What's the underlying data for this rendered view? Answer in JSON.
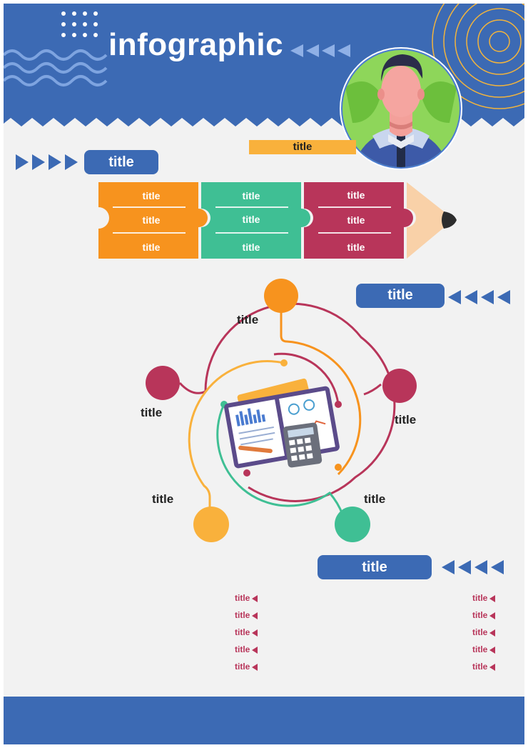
{
  "header": {
    "title": "infographic",
    "bg_color": "#3c6ab4"
  },
  "top_section": {
    "pill_label": "title",
    "orange_bar_label": "title",
    "pencil_segments": [
      {
        "color": "#f7931e",
        "labels": [
          "title",
          "title",
          "title"
        ]
      },
      {
        "color": "#3fbf94",
        "labels": [
          "title",
          "title",
          "title"
        ]
      },
      {
        "color": "#b8355a",
        "labels": [
          "title",
          "title",
          "title"
        ]
      }
    ]
  },
  "middle_section": {
    "pill_label": "title",
    "node_labels": {
      "top": "title",
      "left": "title",
      "right": "title",
      "bottom_left": "title",
      "bottom_right": "title"
    }
  },
  "bottom_section": {
    "pill_label": "title",
    "left_list": [
      "title",
      "title",
      "title",
      "title",
      "title"
    ],
    "right_list": [
      "title",
      "title",
      "title",
      "title",
      "title"
    ]
  },
  "colors": {
    "blue": "#3c6ab4",
    "orange": "#f7931e",
    "yellow": "#f9b13c",
    "green": "#3fbf94",
    "crimson": "#b8355a"
  }
}
